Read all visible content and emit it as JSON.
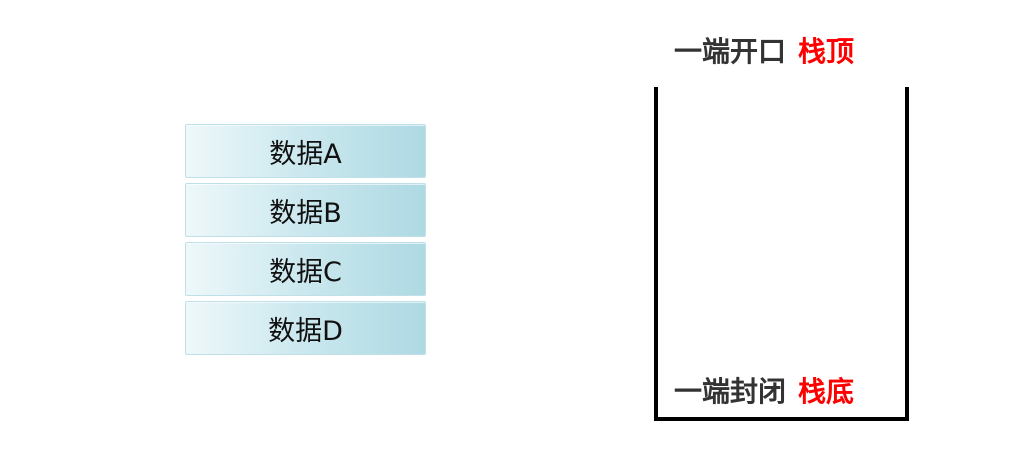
{
  "data_blocks": [
    {
      "label": "数据A"
    },
    {
      "label": "数据B"
    },
    {
      "label": "数据C"
    },
    {
      "label": "数据D"
    }
  ],
  "stack": {
    "top_caption": {
      "description": "一端开口",
      "term": "栈顶"
    },
    "bottom_caption": {
      "description": "一端封闭",
      "term": "栈底"
    }
  },
  "colors": {
    "term_highlight": "#ff0000",
    "caption_text": "#333333",
    "block_gradient_start": "#eef8fa",
    "block_gradient_end": "#aed9e3"
  }
}
